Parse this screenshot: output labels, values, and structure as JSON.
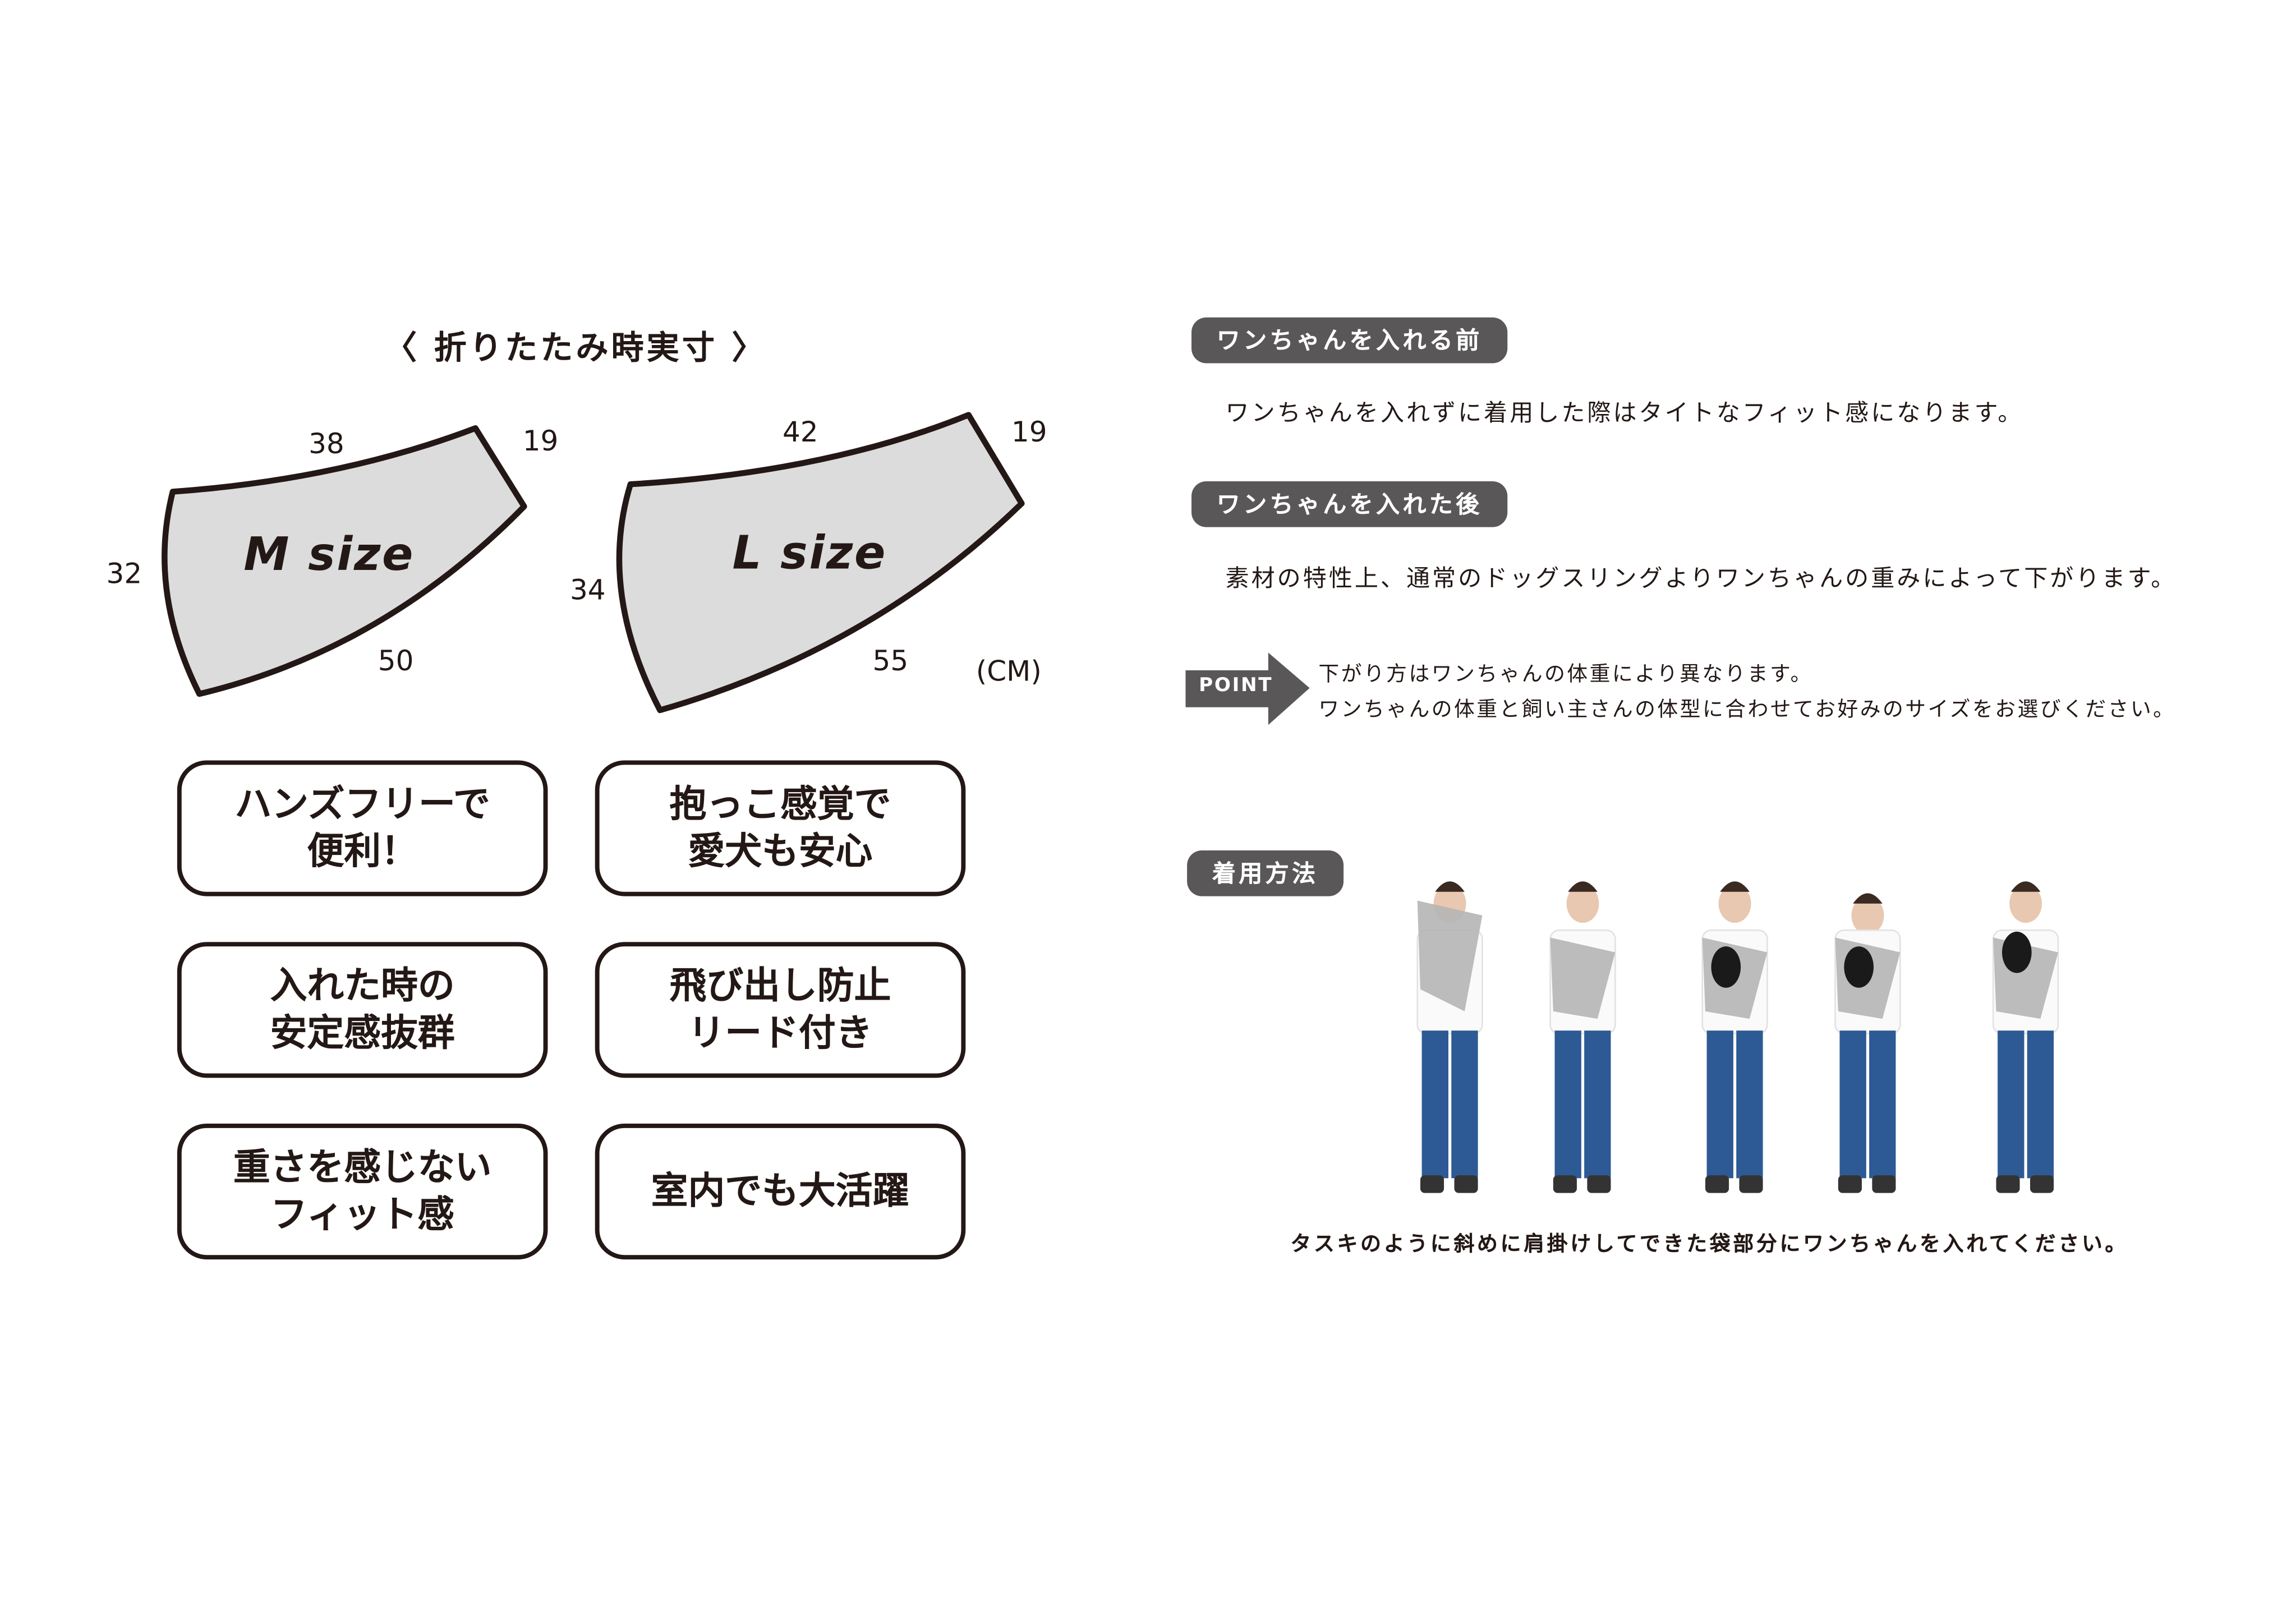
{
  "left": {
    "title": "〈 折りたたみ時実寸 〉",
    "unit": "(CM)",
    "m_size": {
      "label": "M size",
      "top": "38",
      "side": "19",
      "left": "32",
      "bottom": "50"
    },
    "l_size": {
      "label": "L size",
      "top": "42",
      "side": "19",
      "left": "34",
      "bottom": "55"
    },
    "features": [
      "ハンズフリーで\n便利！",
      "抱っこ感覚で\n愛犬も安心",
      "入れた時の\n安定感抜群",
      "飛び出し防止\nリード付き",
      "重さを感じない\nフィット感",
      "室内でも大活躍"
    ]
  },
  "right": {
    "before": {
      "badge": "ワンちゃんを入れる前",
      "text": "ワンちゃんを入れずに着用した際はタイトなフィット感になります。"
    },
    "after": {
      "badge": "ワンちゃんを入れた後",
      "text": "素材の特性上、通常のドッグスリングよりワンちゃんの重みによって下がります。"
    },
    "point": {
      "label": "POINT",
      "line1": "下がり方はワンちゃんの体重により異なります。",
      "line2": "ワンちゃんの体重と飼い主さんの体型に合わせてお好みのサイズをお選びください。"
    },
    "howto": {
      "badge": "着用方法",
      "caption": "タスキのように斜めに肩掛けしてできた袋部分にワンちゃんを入れてください。"
    }
  },
  "colors": {
    "text": "#231815",
    "badge": "#595757",
    "fill": "#dcdcdc",
    "jeans": "#2d5a94",
    "sling": "#b5b5b5"
  }
}
